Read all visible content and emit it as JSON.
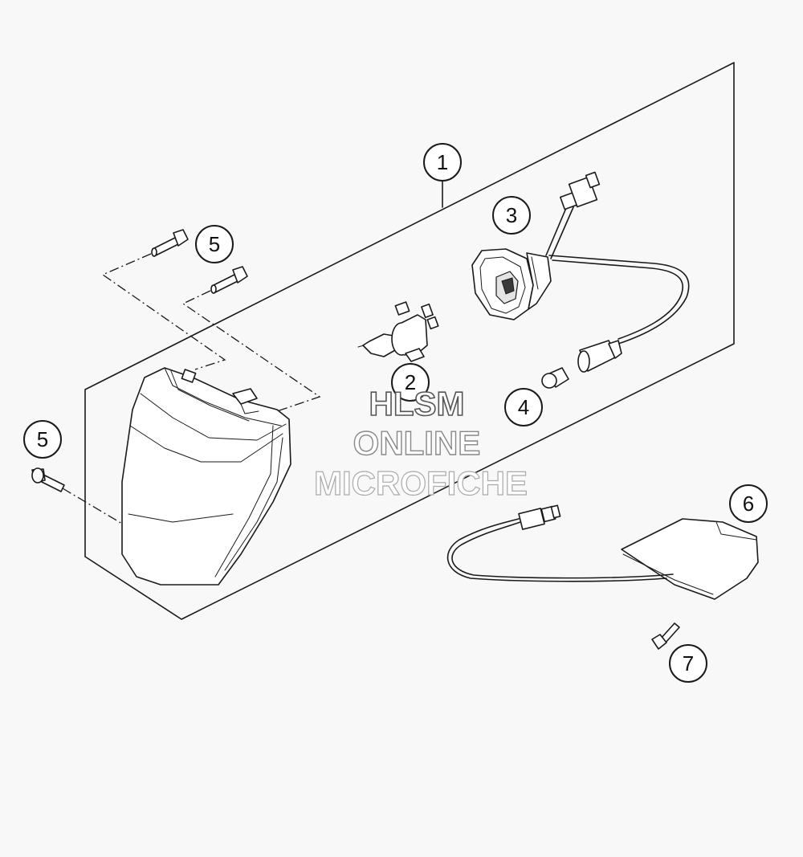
{
  "watermark": {
    "line1": "HLSM",
    "line2": "ONLINE",
    "line3": "MICROFICHE"
  },
  "callouts": [
    {
      "id": "1",
      "label": "1"
    },
    {
      "id": "2",
      "label": "2"
    },
    {
      "id": "3",
      "label": "3"
    },
    {
      "id": "4",
      "label": "4"
    },
    {
      "id": "5a",
      "label": "5"
    },
    {
      "id": "5b",
      "label": "5"
    },
    {
      "id": "6",
      "label": "6"
    },
    {
      "id": "7",
      "label": "7"
    }
  ]
}
